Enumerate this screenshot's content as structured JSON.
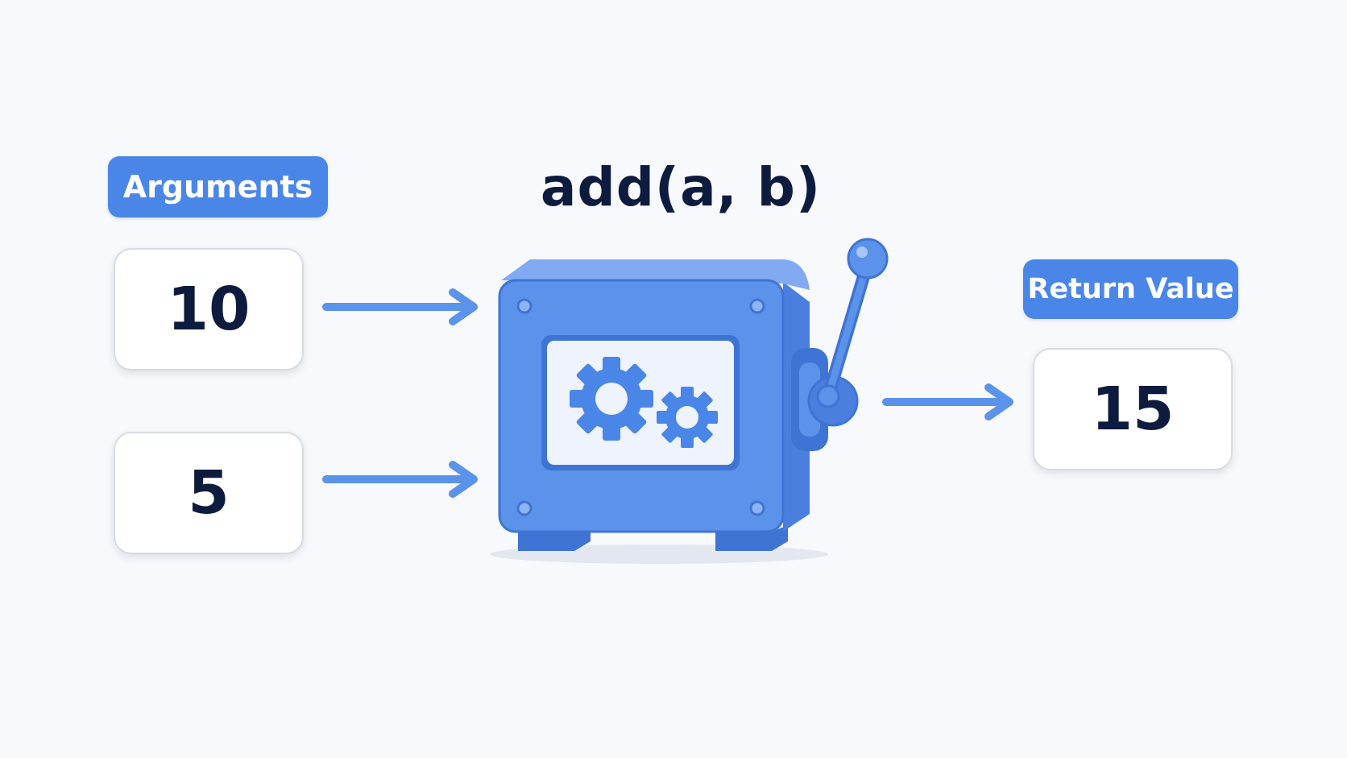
{
  "function": {
    "signature": "add(a, b)"
  },
  "arguments": {
    "label": "Arguments",
    "values": [
      "10",
      "5"
    ]
  },
  "return_value": {
    "label": "Return Value",
    "value": "15"
  },
  "colors": {
    "accent": "#4a86e8",
    "machine_body": "#5b92ea",
    "machine_dark": "#3f74d4",
    "text_dark": "#0d1b3e",
    "background": "#f8f9fc"
  },
  "icons": [
    "arrow-right-icon",
    "gear-icon",
    "lever-icon",
    "machine-icon"
  ]
}
